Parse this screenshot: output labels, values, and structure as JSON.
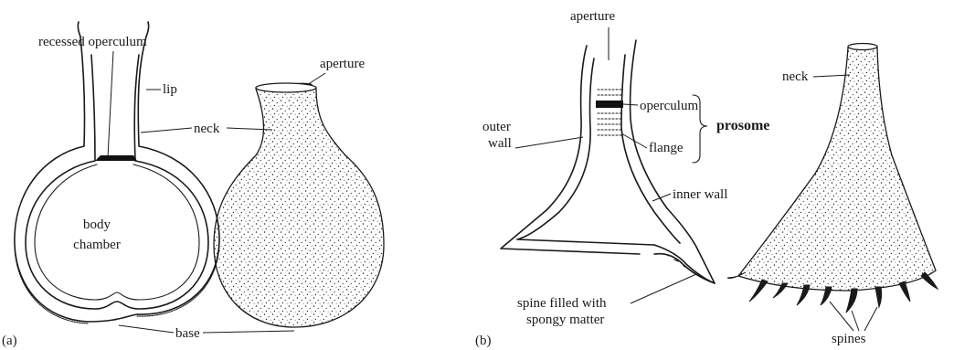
{
  "panel_a": {
    "tag": "(a)",
    "labels": {
      "recessed_operculum": "recessed operculum",
      "lip": "lip",
      "neck": "neck",
      "body_chamber_1": "body",
      "body_chamber_2": "chamber",
      "aperture": "aperture",
      "base": "base"
    }
  },
  "panel_b": {
    "tag": "(b)",
    "labels": {
      "aperture": "aperture",
      "operculum": "operculum",
      "prosome": "prosome",
      "outer_wall_1": "outer",
      "outer_wall_2": "wall",
      "flange": "flange",
      "inner_wall": "inner wall",
      "spine_1": "spine filled with",
      "spine_2": "spongy matter",
      "neck": "neck",
      "spines": "spines"
    }
  }
}
